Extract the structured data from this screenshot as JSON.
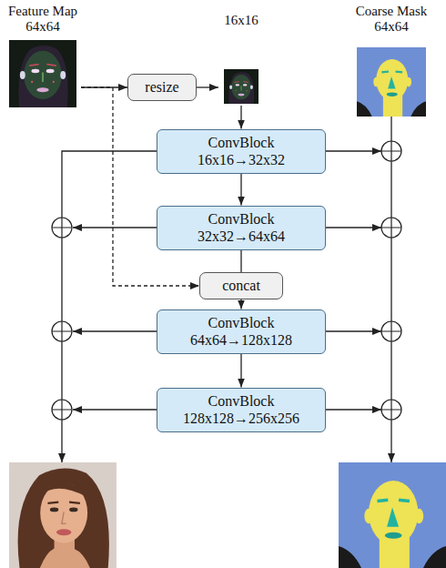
{
  "diagram": {
    "nodes": [
      {
        "text": [
          "Feature Map",
          "64x64"
        ]
      },
      {
        "text": [
          "resize"
        ]
      },
      {
        "text": [
          "16x16"
        ]
      },
      {
        "text": [
          "Coarse Mask",
          "64x64"
        ]
      },
      {
        "text": [
          "ConvBlock",
          "16x16→32x32"
        ]
      },
      {
        "text": [
          "ConvBlock",
          "32x32→64x64"
        ]
      },
      {
        "text": [
          "concat"
        ]
      },
      {
        "text": [
          "ConvBlock",
          "64x64→128x128"
        ]
      },
      {
        "text": [
          "ConvBlock",
          "128x128→256x256"
        ]
      }
    ],
    "edges": [
      {
        "from": 0,
        "to": 1,
        "arrow": "to"
      },
      {
        "from": 1,
        "to": 2,
        "arrow": "to"
      },
      {
        "from": 2,
        "to": 4,
        "arrow": "to"
      },
      {
        "from": 4,
        "to": 5,
        "arrow": "to"
      },
      {
        "from": 5,
        "to": 6,
        "arrow": "none"
      },
      {
        "from": 0,
        "to": 6,
        "arrow": "to"
      },
      {
        "from": 6,
        "to": 7,
        "arrow": "to"
      },
      {
        "from": 7,
        "to": 8,
        "arrow": "to"
      }
    ]
  }
}
